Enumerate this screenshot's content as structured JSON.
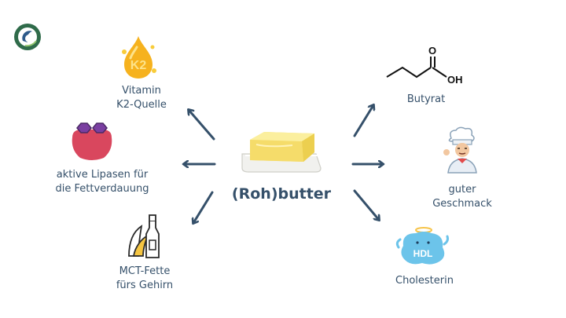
{
  "center": {
    "title": "(Roh)butter",
    "icon": "butter-dish-icon"
  },
  "nodes": [
    {
      "id": "vitamin",
      "lines": [
        "Vitamin",
        "K2-Quelle"
      ],
      "icon": "vitamin-k2-drop-icon",
      "icon_text": "K2"
    },
    {
      "id": "lipase",
      "lines": [
        "aktive Lipasen für",
        "die Fettverdauung"
      ],
      "icon": "lipase-enzyme-icon"
    },
    {
      "id": "mct",
      "lines": [
        "MCT-Fette",
        "fürs Gehirn"
      ],
      "icon": "oil-bottle-icon"
    },
    {
      "id": "butyrat",
      "lines": [
        "Butyrat"
      ],
      "icon": "butyric-acid-structure-icon",
      "chem": {
        "o": "O",
        "oh": "OH"
      }
    },
    {
      "id": "geschmack",
      "lines": [
        "guter",
        "Geschmack"
      ],
      "icon": "chef-icon"
    },
    {
      "id": "cholesterin",
      "lines": [
        "Cholesterin"
      ],
      "icon": "hdl-cholesterol-icon",
      "icon_text": "HDL"
    }
  ],
  "logo": {
    "icon": "brand-logo-icon"
  },
  "colors": {
    "text": "#35506a",
    "arrow": "#35506a",
    "butter": "#f7e27a",
    "enzyme": "#d9475e",
    "hdl": "#6cc4ea"
  }
}
